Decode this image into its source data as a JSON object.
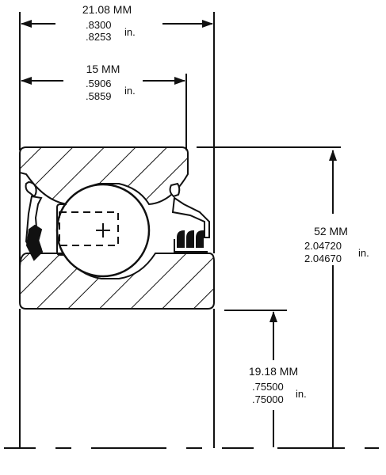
{
  "dimensions": {
    "outer_width": {
      "mm": "21.08 MM",
      "in_max": ".8300",
      "in_min": ".8253",
      "unit": "in."
    },
    "inner_width": {
      "mm": "15 MM",
      "in_max": ".5906",
      "in_min": ".5859",
      "unit": "in."
    },
    "outer_diameter": {
      "mm": "52 MM",
      "in_max": "2.04720",
      "in_min": "2.04670",
      "unit": "in."
    },
    "bore_radius": {
      "mm": "19.18 MM",
      "in_max": ".75500",
      "in_min": ".75000",
      "unit": "in."
    }
  },
  "colors": {
    "line": "#111111",
    "background": "#ffffff"
  }
}
